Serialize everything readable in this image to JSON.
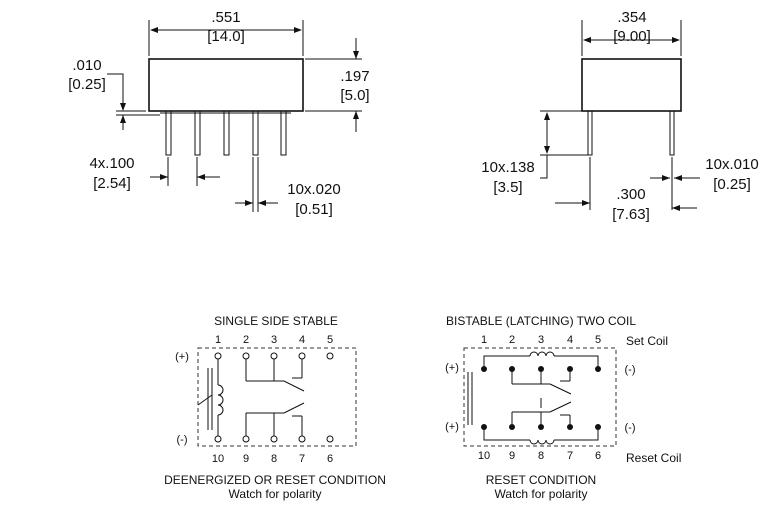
{
  "front_view": {
    "width_in": ".551",
    "width_mm": "[14.0]",
    "height_in": ".197",
    "height_mm": "[5.0]",
    "standoff_in": ".010",
    "standoff_mm": "[0.25]",
    "pitch_in": "4x.100",
    "pitch_mm": "[2.54]",
    "pin_width_in": "10x.020",
    "pin_width_mm": "[0.51]"
  },
  "side_view": {
    "width_in": ".354",
    "width_mm": "[9.00]",
    "pin_length_in": "10x.138",
    "pin_length_mm": "[3.5]",
    "row_spacing_in": ".300",
    "row_spacing_mm": "[7.63]",
    "pin_thickness_in": "10x.010",
    "pin_thickness_mm": "[0.25]"
  },
  "single_side_stable": {
    "title": "SINGLE SIDE STABLE",
    "top_pins": [
      "1",
      "2",
      "3",
      "4",
      "5"
    ],
    "bottom_pins": [
      "10",
      "9",
      "8",
      "7",
      "6"
    ],
    "plus": "(+)",
    "minus": "(-)",
    "caption": "DEENERGIZED OR RESET CONDITION",
    "note": "Watch for polarity"
  },
  "bistable": {
    "title": "BISTABLE (LATCHING) TWO COIL",
    "top_pins": [
      "1",
      "2",
      "3",
      "4",
      "5"
    ],
    "bottom_pins": [
      "10",
      "9",
      "8",
      "7",
      "6"
    ],
    "plus_top": "(+)",
    "minus_top": "(-)",
    "plus_bottom": "(+)",
    "minus_bottom": "(-)",
    "set_coil": "Set Coil",
    "reset_coil": "Reset Coil",
    "caption": "RESET CONDITION",
    "note": "Watch for polarity"
  }
}
